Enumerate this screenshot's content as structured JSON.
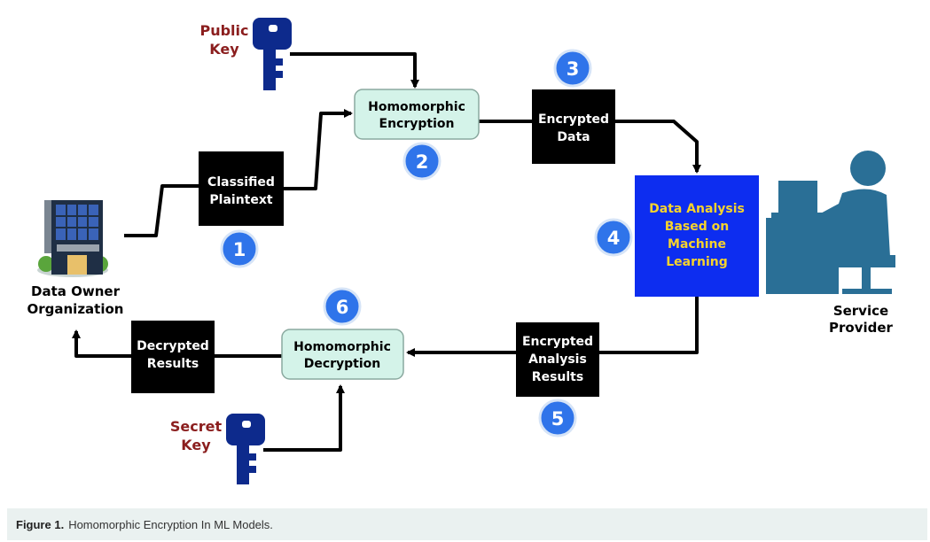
{
  "diagram": {
    "public_key": [
      "Public",
      "Key"
    ],
    "secret_key": [
      "Secret",
      "Key"
    ],
    "nodes": {
      "classified_plaintext": [
        "Classified",
        "Plaintext"
      ],
      "homomorphic_encryption": [
        "Homomorphic",
        "Encryption"
      ],
      "encrypted_data": [
        "Encrypted",
        "Data"
      ],
      "data_analysis": [
        "Data Analysis",
        "Based on",
        "Machine",
        "Learning"
      ],
      "encrypted_analysis_results": [
        "Encrypted",
        "Analysis",
        "Results"
      ],
      "homomorphic_decryption": [
        "Homomorphic",
        "Decryption"
      ],
      "decrypted_results": [
        "Decrypted",
        "Results"
      ]
    },
    "actors": {
      "data_owner": [
        "Data Owner",
        "Organization"
      ],
      "service_provider": [
        "Service",
        "Provider"
      ]
    },
    "steps": [
      "1",
      "2",
      "3",
      "4",
      "5",
      "6"
    ]
  },
  "caption": {
    "label": "Figure 1.",
    "text": "Homomorphic Encryption In ML Models."
  },
  "colors": {
    "black_box": "#000000",
    "teal_box": "#d4f3e9",
    "blue_box": "#0d2df0",
    "yellow_text": "#f6d32d",
    "step_circle": "#2f74ea",
    "key_label": "#8b1e1e",
    "key_icon": "#0d2a8c",
    "provider": "#2a6f96"
  }
}
